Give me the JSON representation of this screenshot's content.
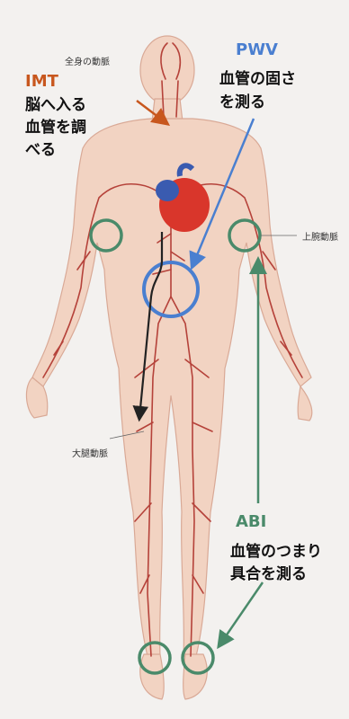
{
  "colors": {
    "imt": "#c8571e",
    "pwv": "#4a7fd0",
    "abi": "#4a8a6a",
    "heart": "#d9362b",
    "heart_top": "#3a5bb0",
    "artery": "#b5423a",
    "skin": "#f2d3c2",
    "skin_edge": "#d9a996"
  },
  "labels": {
    "title": "全身の動脈",
    "upper_arm_artery": "上腕動脈",
    "thigh_artery": "大腿動脈"
  },
  "imt": {
    "acronym": "IMT",
    "line1": "脳へ入る",
    "line2": "血管を調",
    "line3": "べる"
  },
  "pwv": {
    "acronym": "PWV",
    "line1": "血管の固さ",
    "line2": "を測る"
  },
  "abi": {
    "acronym": "ABI",
    "line1": "血管のつまり",
    "line2": "具合を測る"
  }
}
